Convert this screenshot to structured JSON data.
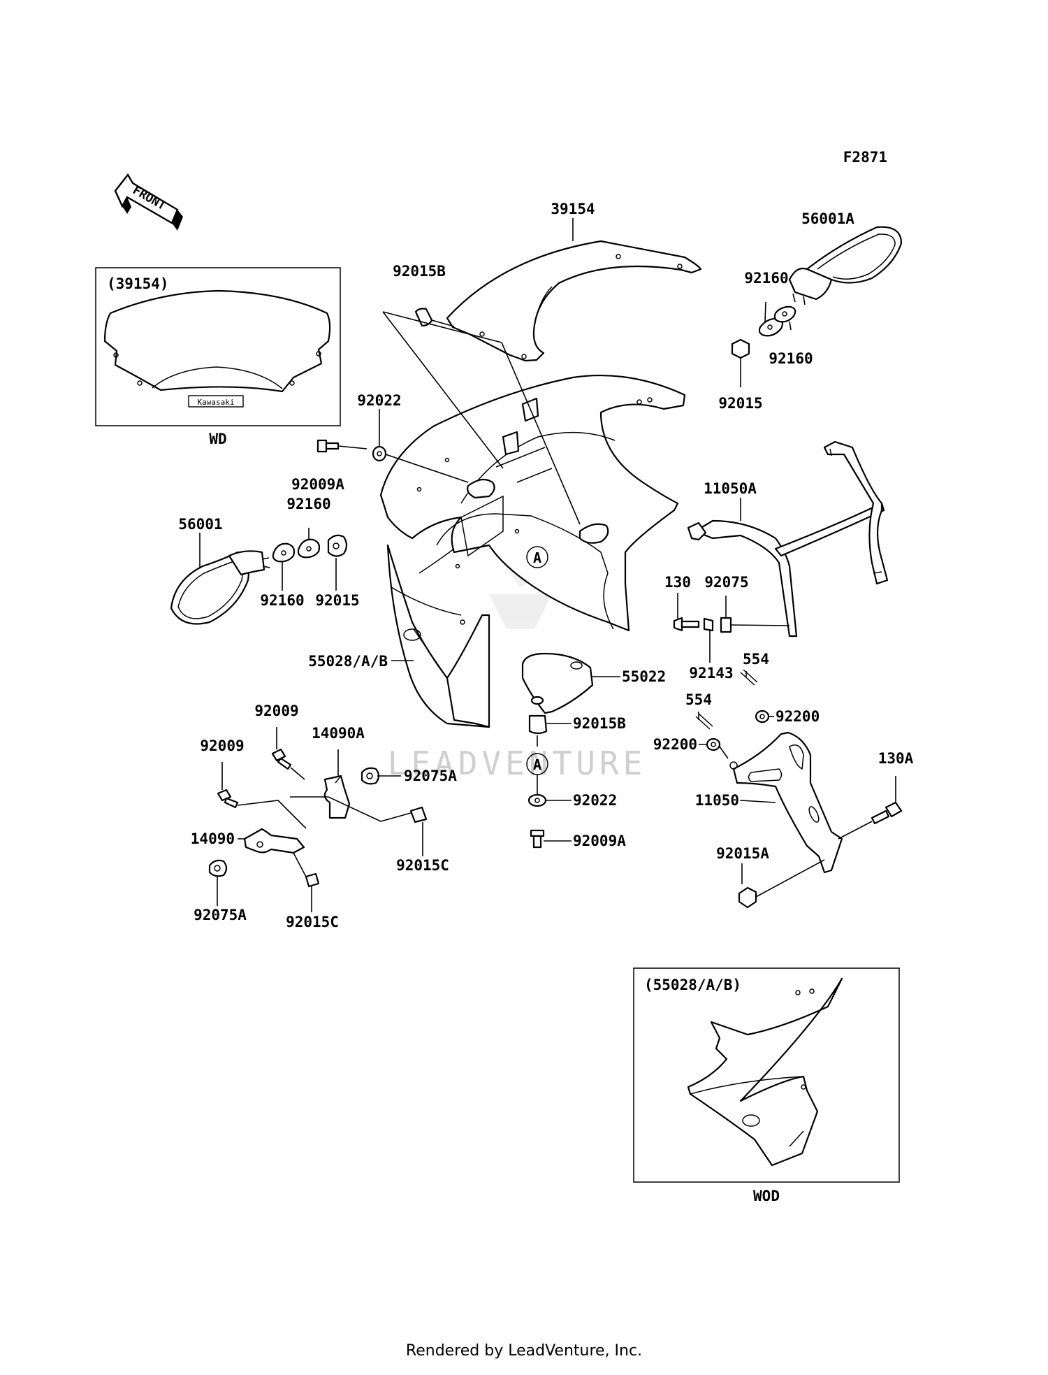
{
  "figure_code": "F2871",
  "front_label": "FRONT",
  "footer": "Rendered by LeadVenture, Inc.",
  "watermark": "LEADVENTURE",
  "inset_windshield": {
    "header": "(39154)",
    "caption": "WD",
    "logo_text": "Kawasaki"
  },
  "inset_cowl": {
    "header": "(55028/A/B)",
    "caption": "WOD"
  },
  "ref_marker": "A",
  "labels": {
    "l39154": "39154",
    "l56001A": "56001A",
    "l92015B_top": "92015B",
    "l92160_a": "92160",
    "l92160_b": "92160",
    "l92015_right": "92015",
    "l92022_top": "92022",
    "l92009A_top": "92009A",
    "l92160_c": "92160",
    "l56001": "56001",
    "l92160_d": "92160",
    "l92015_left": "92015",
    "l11050A": "11050A",
    "l130": "130",
    "l92075": "92075",
    "l92143": "92143",
    "l554_a": "554",
    "l554_b": "554",
    "l92200_a": "92200",
    "l92200_b": "92200",
    "l130A": "130A",
    "l11050": "11050",
    "l92015A": "92015A",
    "l55028": "55028/A/B",
    "l55022": "55022",
    "l92015B_mid": "92015B",
    "l92022_bot": "92022",
    "l92009A_bot": "92009A",
    "l92009_a": "92009",
    "l92009_b": "92009",
    "l14090A": "14090A",
    "l92075A_top": "92075A",
    "l14090": "14090",
    "l92015C_a": "92015C",
    "l92075A_bot": "92075A",
    "l92015C_b": "92015C"
  }
}
